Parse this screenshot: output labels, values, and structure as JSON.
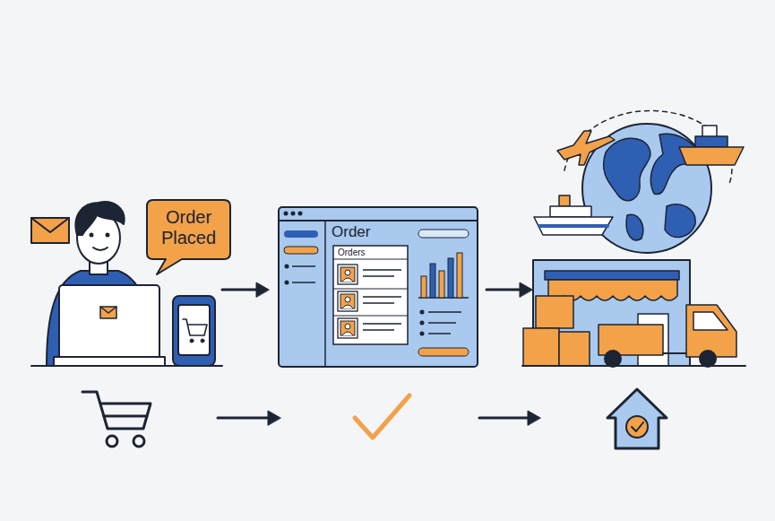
{
  "diagram": {
    "nodes": [
      {
        "text": [
          "Order Placed"
        ]
      },
      {
        "text": [
          "Order"
        ]
      },
      {
        "text": [
          "Orders"
        ],
        "in": 1
      }
    ]
  }
}
